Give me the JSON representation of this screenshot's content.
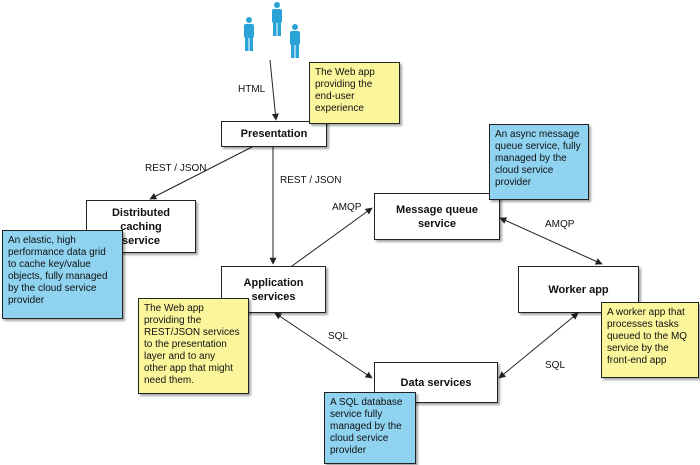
{
  "nodes": {
    "presentation": "Presentation",
    "caching": "Distributed\ncaching\nservice",
    "app_services": "Application\nservices",
    "mq": "Message queue\nservice",
    "worker": "Worker app",
    "data": "Data services"
  },
  "notes": {
    "web_app": "The Web app\nproviding the\nend-user\nexperience",
    "caching": "An elastic, high\nperformance data grid\nto cache key/value\nobjects, fully managed\nby the cloud service\nprovider",
    "app_services": "The Web app\nproviding the\nREST/JSON services\nto the presentation\nlayer and to any\nother app that might\nneed them.",
    "mq": "An async message\nqueue service, fully\nmanaged by the\ncloud service\nprovider",
    "worker": "A worker app that\nprocesses tasks\nqueued to the MQ\nservice by the\nfront-end app",
    "data": "A SQL database\nservice fully\nmanaged by the\ncloud service\nprovider"
  },
  "edge_labels": {
    "html": "HTML",
    "rest_cache": "REST / JSON",
    "rest_app": "REST / JSON",
    "amqp_app": "AMQP",
    "amqp_worker": "AMQP",
    "sql_app": "SQL",
    "sql_worker": "SQL"
  },
  "colors": {
    "note_yellow": "#fbf59c",
    "note_blue": "#8fd3f0",
    "user_icon": "#2aa3d8"
  },
  "icons": [
    "user-icon",
    "user-icon",
    "user-icon"
  ]
}
